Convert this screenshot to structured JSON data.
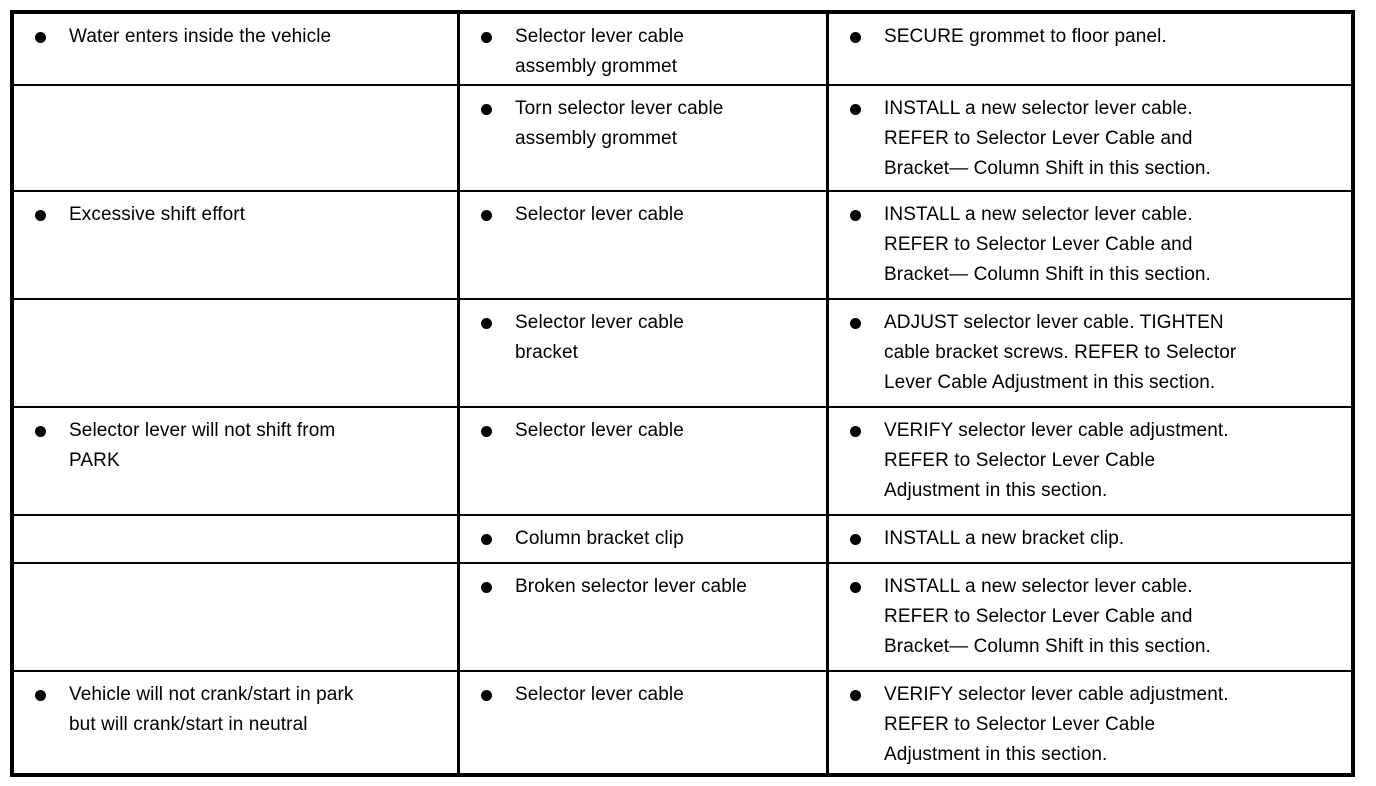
{
  "colors": {
    "background": "#ffffff",
    "border": "#000000",
    "text": "#000000"
  },
  "table": {
    "kind": "diagnosis-by-symptom",
    "rows": [
      {
        "condition": "Water enters inside the vehicle",
        "source": "Selector lever cable\nassembly grommet",
        "action": "SECURE grommet to floor panel."
      },
      {
        "condition": "",
        "source": "Torn selector lever cable\nassembly grommet",
        "action": "INSTALL a new selector lever cable.\nREFER to Selector Lever Cable and\nBracket— Column Shift in this section."
      },
      {
        "condition": "Excessive shift effort",
        "source": "Selector lever cable",
        "action": "INSTALL a new selector lever cable.\nREFER to Selector Lever Cable and\nBracket— Column Shift in this section."
      },
      {
        "condition": "",
        "source": "Selector lever cable\nbracket",
        "action": "ADJUST selector lever cable. TIGHTEN\ncable bracket screws. REFER to Selector\nLever Cable Adjustment in this section."
      },
      {
        "condition": "Selector lever will not shift from\nPARK",
        "source": "Selector lever cable",
        "action": "VERIFY selector lever cable adjustment.\nREFER to Selector Lever Cable\nAdjustment in this section."
      },
      {
        "condition": "",
        "source": "Column bracket clip",
        "action": "INSTALL a new bracket clip."
      },
      {
        "condition": "",
        "source": "Broken selector lever cable",
        "action": "INSTALL a new selector lever cable.\nREFER to Selector Lever Cable and\nBracket— Column Shift in this section."
      },
      {
        "condition": "Vehicle will not crank/start in park\nbut will crank/start in neutral",
        "source": "Selector lever cable",
        "action": "VERIFY selector lever cable adjustment.\nREFER to Selector Lever Cable\nAdjustment in this section."
      }
    ]
  }
}
